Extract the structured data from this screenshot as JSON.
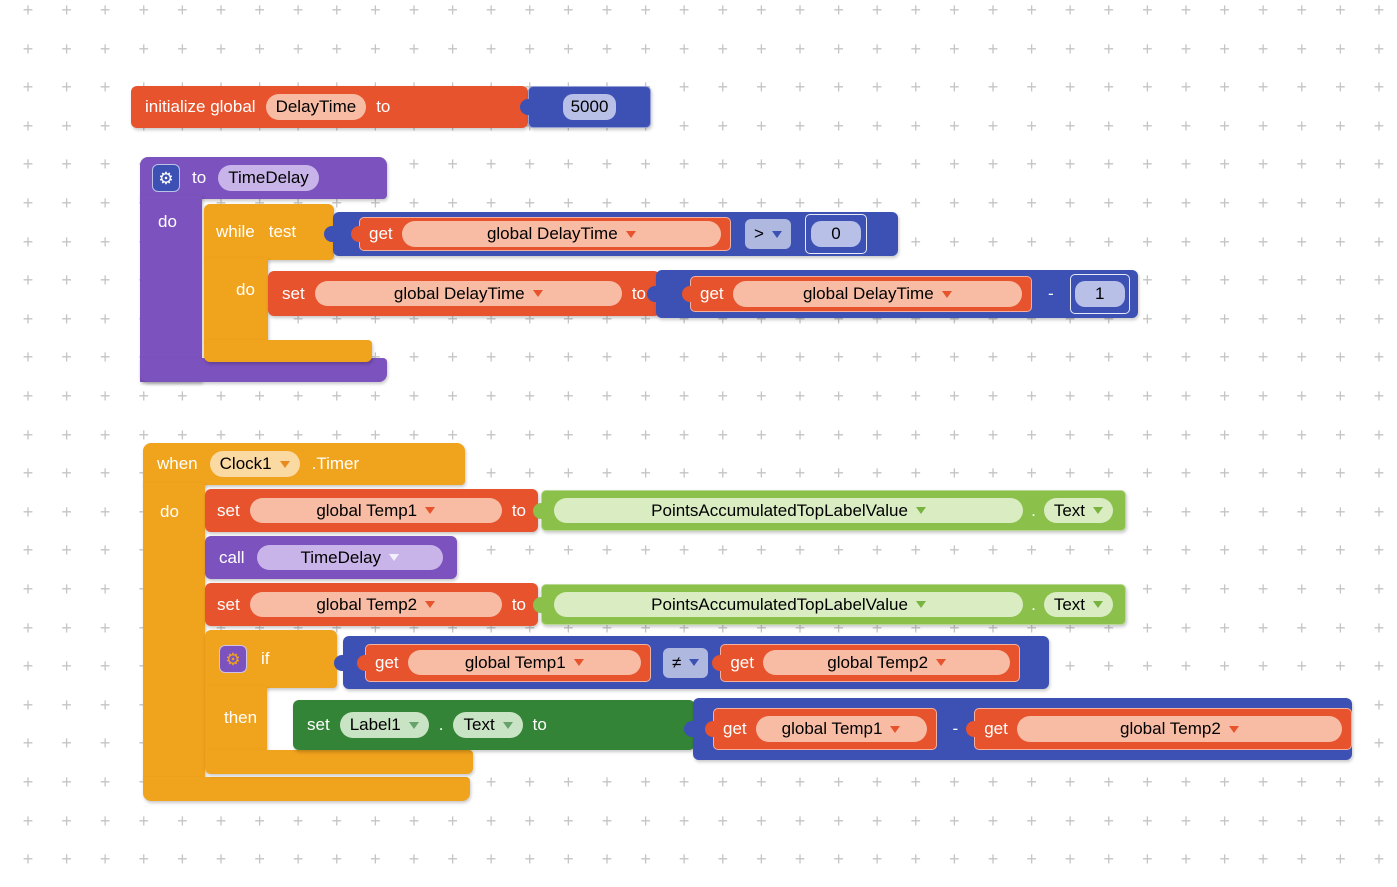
{
  "grid": {
    "plus": "+"
  },
  "init": {
    "keyword1": "initialize global",
    "name": "DelayTime",
    "keyword2": "to",
    "value": "5000"
  },
  "procedure": {
    "gear": "⚙",
    "keyword": "to",
    "name": "TimeDelay",
    "do_label": "do"
  },
  "while_block": {
    "keyword": "while",
    "test_label": "test",
    "do_label": "do",
    "condition": {
      "get": "get",
      "variable": "global DelayTime",
      "operator": ">",
      "value": "0"
    }
  },
  "set_delay": {
    "set": "set",
    "variable": "global DelayTime",
    "to": "to",
    "expression": {
      "get": "get",
      "variable": "global DelayTime",
      "operator": "-",
      "value": "1"
    }
  },
  "when_block": {
    "keyword": "when",
    "component": "Clock1",
    "event": ".Timer",
    "do_label": "do"
  },
  "set_temp1": {
    "set": "set",
    "variable": "global Temp1",
    "to": "to"
  },
  "getter1": {
    "component": "PointsAccumulatedTopLabelValue",
    "dot": ".",
    "property": "Text"
  },
  "call_block": {
    "keyword": "call",
    "procedure": "TimeDelay"
  },
  "set_temp2": {
    "set": "set",
    "variable": "global Temp2",
    "to": "to"
  },
  "getter2": {
    "component": "PointsAccumulatedTopLabelValue",
    "dot": ".",
    "property": "Text"
  },
  "if_block": {
    "gear": "⚙",
    "keyword": "if",
    "then_label": "then",
    "condition": {
      "get1": "get",
      "variable1": "global Temp1",
      "operator": "≠",
      "get2": "get",
      "variable2": "global Temp2"
    }
  },
  "set_label": {
    "set": "set",
    "component": "Label1",
    "dot": ".",
    "property": "Text",
    "to": "to"
  },
  "subtract": {
    "get1": "get",
    "variable1": "global Temp1",
    "operator": "-",
    "get2": "get",
    "variable2": "global Temp2"
  },
  "colors": {
    "variable_orange": "#E6532D",
    "control_yellow": "#F0A31C",
    "procedure_purple": "#7C52BE",
    "math_blue": "#3D51B5",
    "component_get_green": "#8BC04B",
    "component_set_green": "#348438",
    "grid_plus": "#c5c5c5",
    "background": "#ffffff"
  }
}
